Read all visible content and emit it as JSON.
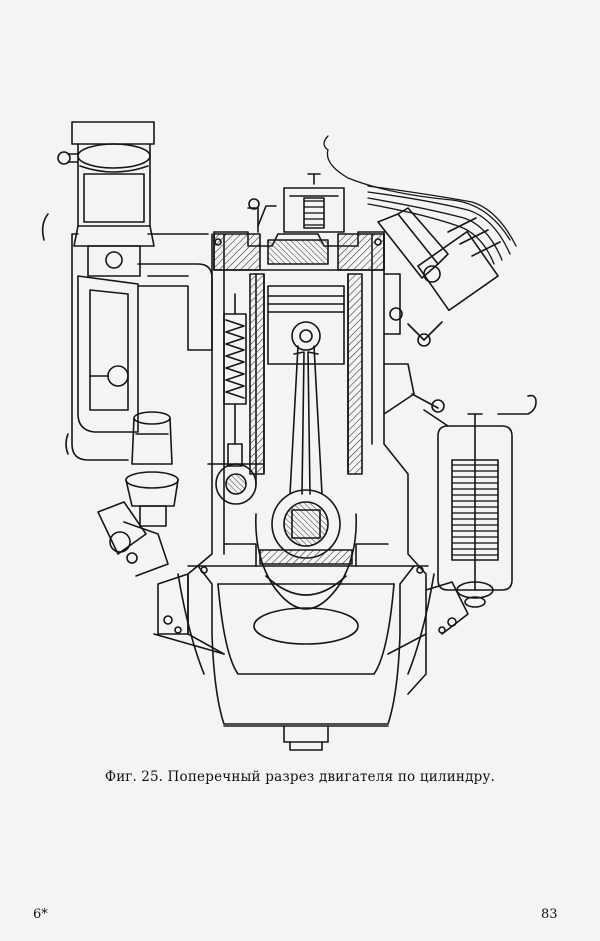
{
  "figure": {
    "label": "Фиг. 25.",
    "caption": "Поперечный разрез двигателя по цилиндру."
  },
  "page": {
    "signature": "6*",
    "number": "83"
  },
  "colors": {
    "ink": "#161616",
    "paper": "#f4f4f2",
    "hatch": "#3a3a3a"
  }
}
